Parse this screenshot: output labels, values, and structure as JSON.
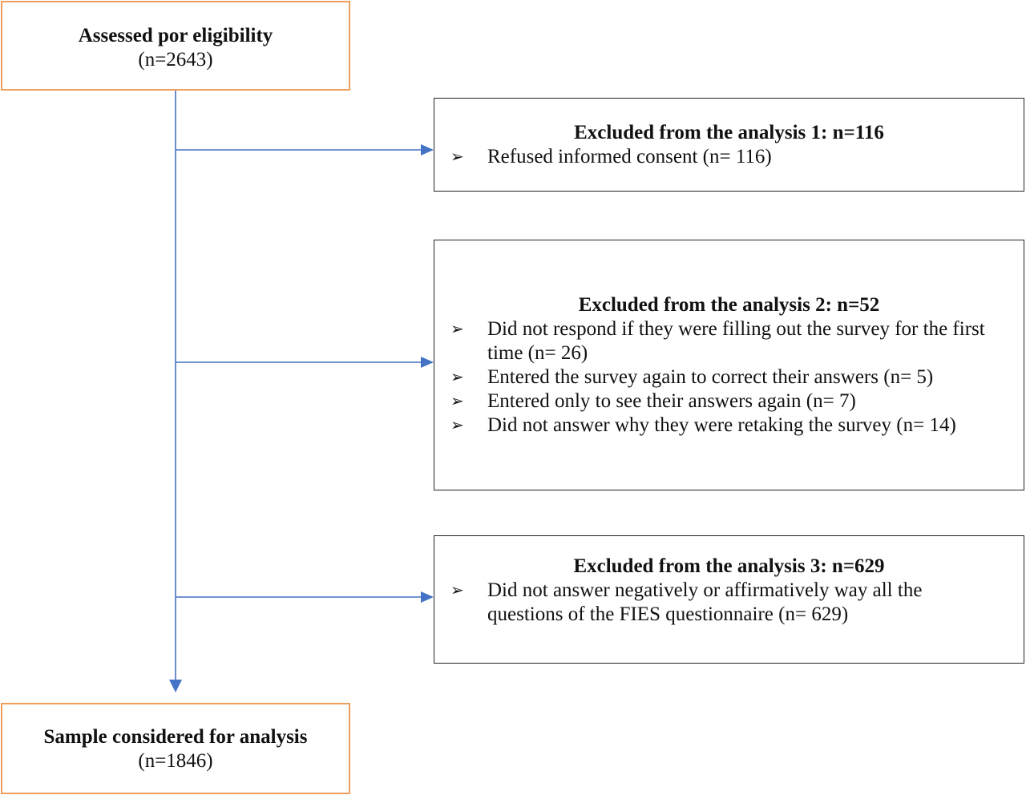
{
  "colors": {
    "arrow": "#4472C4",
    "start_end_border": "#ED9E5C",
    "exclusion_border": "#222222"
  },
  "bullet_icon": "arrowhead-bullet",
  "assessed": {
    "title": "Assessed por eligibility",
    "count": "(n=2643)"
  },
  "exclusions": [
    {
      "title": "Excluded from the analysis 1: n=116",
      "items": [
        "Refused informed consent (n= 116)"
      ]
    },
    {
      "title": "Excluded from the analysis 2: n=52",
      "items": [
        "Did not respond if they were filling out the survey for the first time (n= 26)",
        "Entered the survey again to correct their answers (n= 5)",
        "Entered only to see their answers again (n= 7)",
        "Did not answer why they were retaking the survey (n= 14)"
      ]
    },
    {
      "title": "Excluded from the analysis 3: n=629",
      "items": [
        "Did not answer negatively or affirmatively way all the questions of the FIES questionnaire (n= 629)"
      ]
    }
  ],
  "sample": {
    "title": "Sample considered for analysis",
    "count": "(n=1846)"
  }
}
